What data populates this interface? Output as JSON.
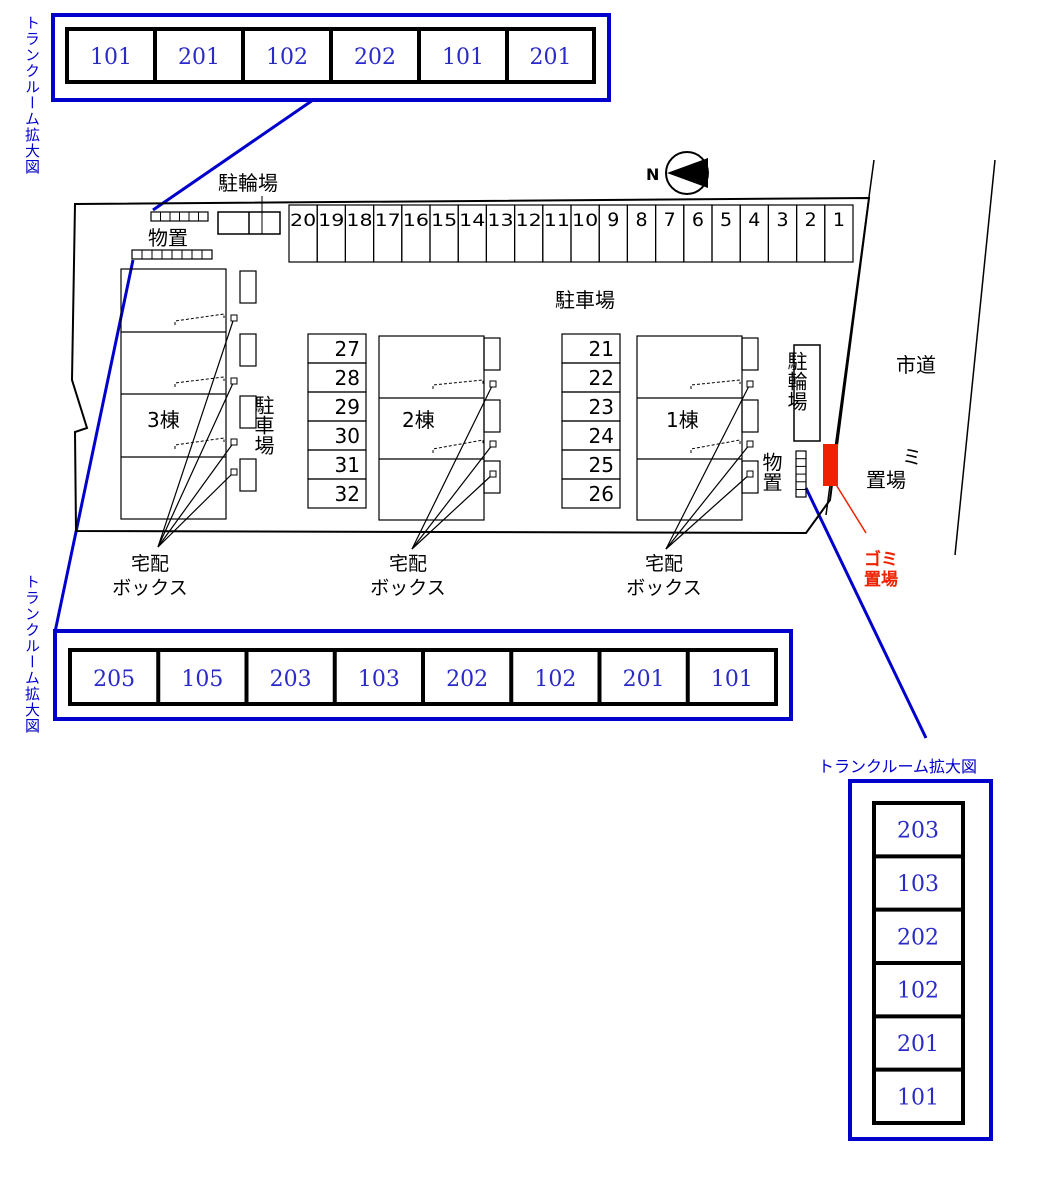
{
  "trunk_room_label": "トランクルーム拡大図",
  "trunk_top": [
    "101",
    "201",
    "102",
    "202",
    "101",
    "201"
  ],
  "trunk_bottom": [
    "205",
    "105",
    "203",
    "103",
    "202",
    "102",
    "201",
    "101"
  ],
  "trunk_right": [
    "203",
    "103",
    "202",
    "102",
    "201",
    "101"
  ],
  "north_label": "N",
  "bicycle_parking": "駐輪場",
  "storage": "物置",
  "parking": "駐車場",
  "road": "市道",
  "garbage": "ゴミ置場",
  "garbage_short": "ミ置場",
  "delivery_box": [
    "宅配",
    "ボックス"
  ],
  "buildings": [
    "3棟",
    "2棟",
    "1棟"
  ],
  "top_stalls": [
    "20",
    "19",
    "18",
    "17",
    "16",
    "15",
    "14",
    "13",
    "12",
    "11",
    "10",
    "9",
    "8",
    "7",
    "6",
    "5",
    "4",
    "3",
    "2",
    "1"
  ],
  "stalls_mid": [
    "27",
    "28",
    "29",
    "30",
    "31",
    "32"
  ],
  "stalls_right": [
    "21",
    "22",
    "23",
    "24",
    "25",
    "26"
  ],
  "colors": {
    "blue": "#0000cc",
    "red": "#ee2200",
    "black": "#000000"
  }
}
